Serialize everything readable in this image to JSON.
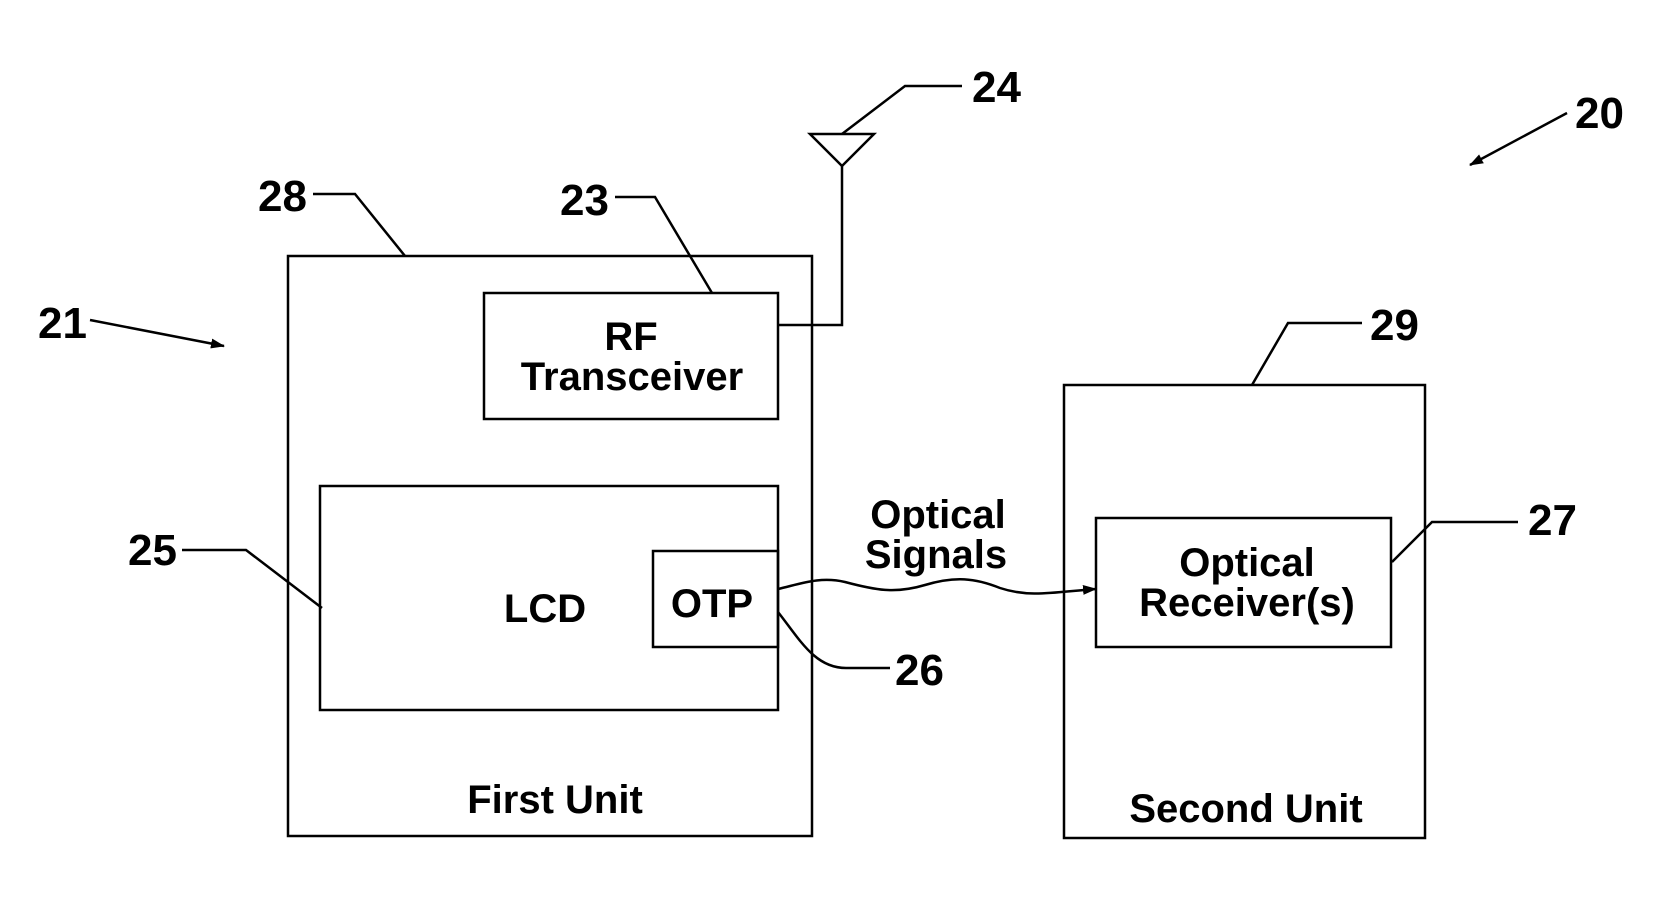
{
  "figure": {
    "ref_numbers": {
      "system": "20",
      "first_unit": "21",
      "rf_transceiver": "23",
      "antenna": "24",
      "lcd": "25",
      "otp": "26",
      "optical_receiver": "27",
      "first_unit_housing": "28",
      "second_unit_housing": "29"
    },
    "labels": {
      "rf_line1": "RF",
      "rf_line2": "Transceiver",
      "lcd": "LCD",
      "otp": "OTP",
      "first_unit": "First Unit",
      "second_unit": "Second Unit",
      "optical_signals_line1": "Optical",
      "optical_signals_line2": "Signals",
      "optical_receiver_line1": "Optical",
      "optical_receiver_line2": "Receiver(s)"
    }
  }
}
